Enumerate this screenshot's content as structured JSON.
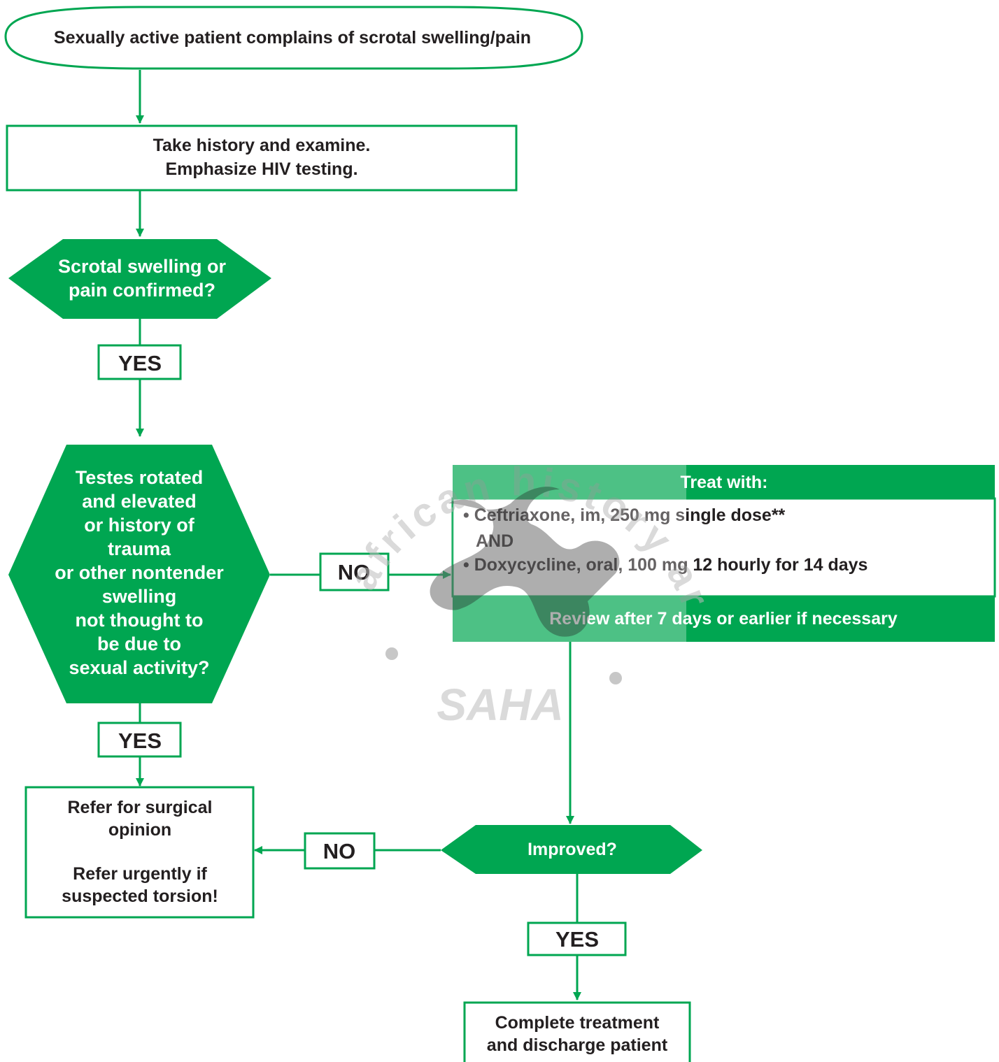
{
  "colors": {
    "accent": "#00a651",
    "text": "#231f20",
    "watermark": "#bdbdbd"
  },
  "start": {
    "label": "Sexually active patient complains of scrotal swelling/pain"
  },
  "history_box": {
    "lines": [
      "Take history and examine.",
      "Emphasize HIV testing."
    ]
  },
  "decision_confirmed": {
    "lines": [
      "Scrotal swelling or",
      "pain confirmed?"
    ]
  },
  "decision_testes": {
    "lines": [
      "Testes rotated",
      "and elevated",
      "or history of",
      "trauma",
      "or other nontender",
      "swelling",
      "not thought to",
      "be due to",
      "sexual activity?"
    ]
  },
  "labels": {
    "yes1": "YES",
    "no1": "NO",
    "yes2": "YES",
    "no2": "NO",
    "yes3": "YES"
  },
  "treat_box": {
    "header": "Treat with:",
    "items": [
      "• Ceftriaxone, im, 250 mg single dose**",
      "AND",
      "• Doxycycline, oral, 100 mg 12 hourly for 14 days"
    ],
    "footer": "Review after 7 days or earlier if necessary"
  },
  "refer_box": {
    "lines": [
      "Refer for surgical",
      "opinion",
      "",
      "Refer urgently if",
      "suspected torsion!"
    ]
  },
  "decision_improved": {
    "label": "Improved?"
  },
  "complete_box": {
    "lines": [
      "Complete treatment",
      "and discharge patient"
    ]
  },
  "watermark": {
    "arc_text": "south african history archive",
    "logo_text": "SAHA"
  }
}
